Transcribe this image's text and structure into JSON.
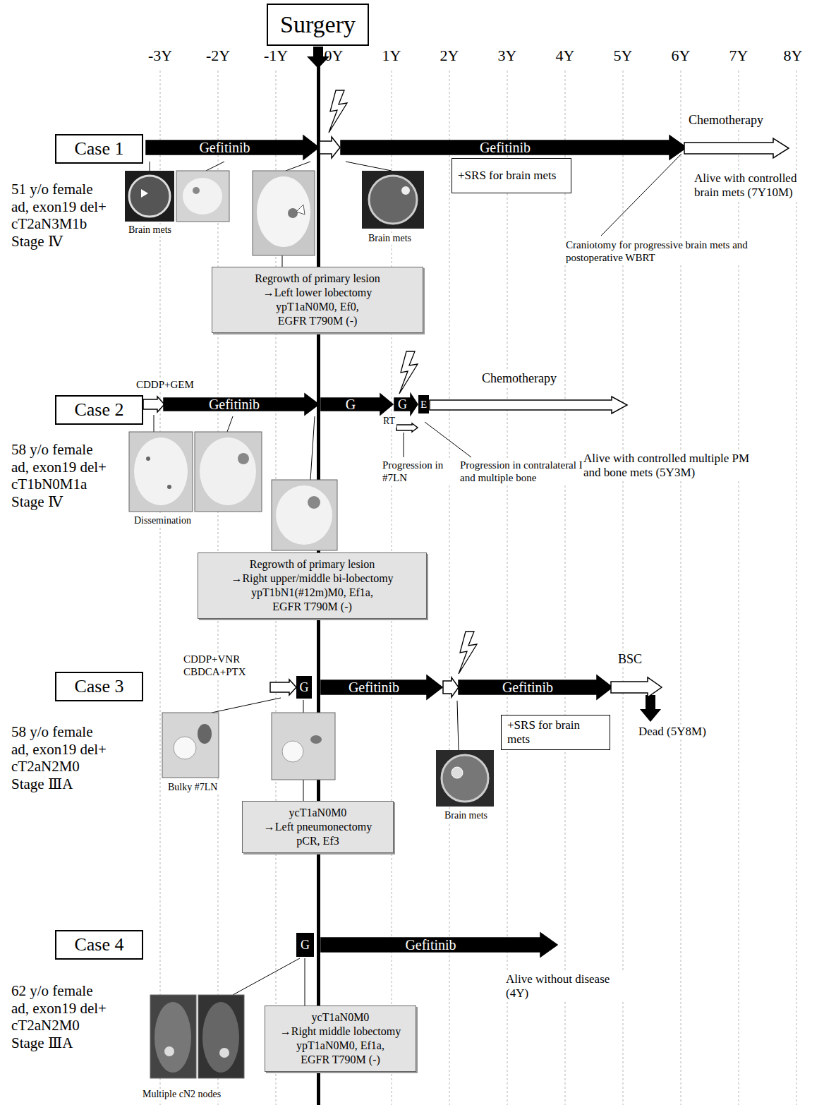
{
  "diagram": {
    "nodes": [
      {
        "text": [
          "Surgery"
        ]
      },
      {
        "text": [
          "Case 1"
        ]
      },
      {
        "text": [
          "Gefitinib"
        ]
      },
      {
        "text": [
          "Gefitinib"
        ]
      },
      {
        "text": [
          "Chemotherapy"
        ]
      },
      {
        "text": [
          "+SRS for brain mets"
        ]
      },
      {
        "text": [
          "Regrowth of primary lesion",
          "→Left lower lobectomy",
          "ypT1aN0M0, Ef0,",
          "EGFR T790M (-)"
        ]
      },
      {
        "text": [
          "Case 2"
        ]
      },
      {
        "text": [
          "CDDP+GEM"
        ]
      },
      {
        "text": [
          "Gefitinib"
        ]
      },
      {
        "text": [
          "G"
        ]
      },
      {
        "text": [
          "G"
        ]
      },
      {
        "text": [
          "E"
        ]
      },
      {
        "text": [
          "Chemotherapy"
        ]
      },
      {
        "text": [
          "RT"
        ]
      },
      {
        "text": [
          "Regrowth of primary lesion",
          "→Right upper/middle bi-lobectomy",
          "ypT1bN1(#12m)M0, Ef1a,",
          "EGFR T790M (-)"
        ]
      },
      {
        "text": [
          "Case 3"
        ]
      },
      {
        "text": [
          "CDDP+VNR",
          "CBDCA+PTX"
        ]
      },
      {
        "text": [
          "G"
        ]
      },
      {
        "text": [
          "Gefitinib"
        ]
      },
      {
        "text": [
          "Gefitinib"
        ]
      },
      {
        "text": [
          "BSC"
        ]
      },
      {
        "text": [
          "+SRS for brain mets"
        ]
      },
      {
        "text": [
          "ycT1aN0M0",
          "→Left pneumonectomy",
          "pCR, Ef3"
        ]
      },
      {
        "text": [
          "Case 4"
        ]
      },
      {
        "text": [
          "G"
        ]
      },
      {
        "text": [
          "Gefitinib"
        ]
      },
      {
        "text": [
          "ycT1aN0M0",
          "→Right middle lobectomy",
          "ypT1aN0M0, Ef1a,",
          "EGFR T790M (-)"
        ]
      }
    ],
    "labels": [
      "-3Y",
      "-2Y",
      "-1Y",
      "0Y",
      "1Y",
      "2Y",
      "3Y",
      "4Y",
      "5Y",
      "6Y",
      "7Y",
      "8Y",
      "51 y/o female",
      "ad, exon19 del+",
      "cT2aN3M1b",
      "Stage Ⅳ",
      "Brain mets",
      "Brain mets",
      "Alive with controlled brain mets (7Y10M)",
      "Craniotomy for progressive brain mets and postoperative WBRT",
      "58 y/o female",
      "ad, exon19 del+",
      "cT1bN0M1a",
      "Stage Ⅳ",
      "Dissemination",
      "Progression in #7LN",
      "Progression in contralateral LNs and multiple bone",
      "Alive with controlled multiple PM and bone mets (5Y3M)",
      "58 y/o female",
      "ad, exon19 del+",
      "cT2aN2M0",
      "Stage ⅢA",
      "Bulky #7LN",
      "Brain mets",
      "Dead (5Y8M)",
      "62 y/o female",
      "ad, exon19 del+",
      "cT2aN2M0",
      "Stage ⅢA",
      "Multiple cN2 nodes",
      "Alive without disease (4Y)"
    ]
  }
}
